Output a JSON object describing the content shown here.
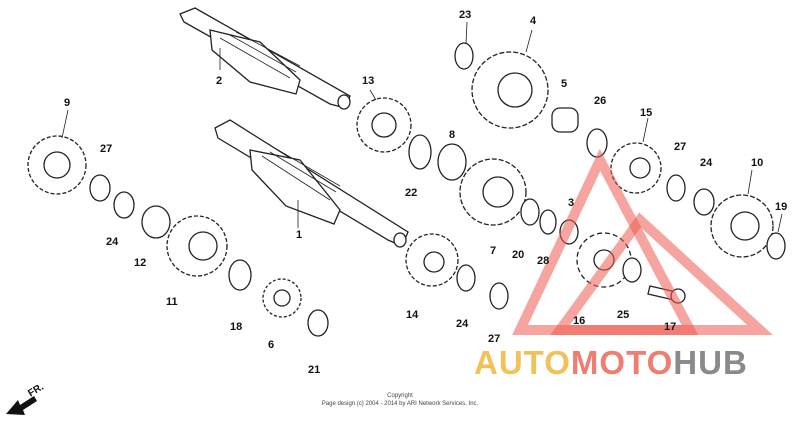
{
  "diagram": {
    "callouts": [
      "1",
      "2",
      "3",
      "4",
      "5",
      "6",
      "7",
      "8",
      "9",
      "10",
      "11",
      "12",
      "13",
      "14",
      "15",
      "16",
      "17",
      "18",
      "19",
      "20",
      "21",
      "22",
      "23",
      "24",
      "24",
      "24",
      "25",
      "26",
      "27",
      "27",
      "27",
      "28"
    ],
    "direction_label": "FR.",
    "copyright_line1": "Copyright",
    "copyright_line2": "Page design (c) 2004 - 2014 by ARI Network Services, Inc.",
    "colors": {
      "ink": "#222222",
      "watermark_triangle": "#ee5a50",
      "logo_yellow": "#f2c25a",
      "logo_red": "#ee7d72",
      "logo_gray": "#8a8a8a"
    }
  },
  "watermark": {
    "logo_part1": "AUTO",
    "logo_part2": "MOTO",
    "logo_part3": "HUB"
  }
}
